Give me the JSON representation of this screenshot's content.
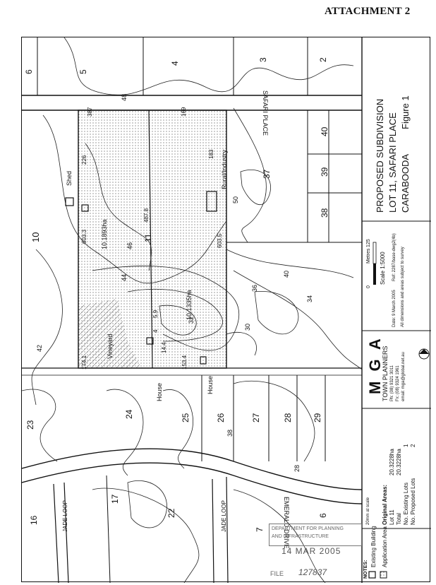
{
  "attachment_title": "ATTACHMENT 2",
  "title_block": {
    "line1": "PROPOSED SUBDIVISION",
    "line2": "LOT 11,  SAFARI PLACE",
    "line3": "CARABOODA",
    "figure": "Figure 1",
    "scale_label": "Scale 1:5000",
    "scale_unit": "Metres",
    "scale_ticks": [
      "0",
      "125"
    ],
    "date_line": "Date: 9 March 2005",
    "ref_line": "Ref: 2287/base-dwg2(4b)",
    "dimensions_note": "All dimensions and areas subject to survey"
  },
  "company": {
    "name": "M G A",
    "sub": "TOWN PLANNERS",
    "ph": "Ph:   (08) 9321 3011",
    "fx": "Fx:   (08) 9324 1961",
    "email": "email:   mga@global.net.au"
  },
  "areas": {
    "heading": "Original Areas:",
    "rows": [
      {
        "label": "Lot 11",
        "value": "20.3228ha"
      },
      {
        "label": "Total",
        "value": "20.3228ha"
      },
      {
        "label": "No. Existing Lots",
        "value": "1"
      },
      {
        "label": "No. Proposed Lots",
        "value": "2"
      }
    ]
  },
  "scale_note": "20mm at scale",
  "notes": {
    "heading": "NOTES:",
    "items": [
      {
        "label": "Existing Building"
      },
      {
        "label": "Application Area"
      }
    ]
  },
  "stamp": {
    "line1": "DEPARTMENT FOR PLANNING",
    "line2": "AND INFRASTRUCTURE",
    "date": "14 MAR 2005",
    "file_label": "FILE",
    "file_no": "127837"
  },
  "map": {
    "roads": [
      "SAFARI PLACE",
      "EMERALD DRIVE",
      "JADE LOOP",
      "JADE LOOP"
    ],
    "lot_numbers": [
      "6",
      "5",
      "4",
      "3",
      "2",
      "10",
      "40",
      "39",
      "37",
      "38",
      "23",
      "24",
      "25",
      "26",
      "27",
      "28",
      "29",
      "16",
      "17",
      "22",
      "7",
      "6"
    ],
    "labels": {
      "shed": "Shed",
      "rural": "Rural/Industry",
      "vineyard": "Vineyard",
      "house1": "House",
      "house2": "House"
    },
    "areas": [
      "10.1893ha",
      "10.1335ha"
    ],
    "lot_in_parcel": "11",
    "contours": [
      "48",
      "46",
      "44",
      "42",
      "40",
      "36",
      "34",
      "32",
      "30",
      "28",
      "50",
      "38"
    ],
    "dimensions": [
      "387",
      "169",
      "226",
      "183",
      "603.3",
      "603.5",
      "487.8",
      "174.1",
      "153.4",
      "5.9",
      "14.4",
      "4"
    ]
  }
}
